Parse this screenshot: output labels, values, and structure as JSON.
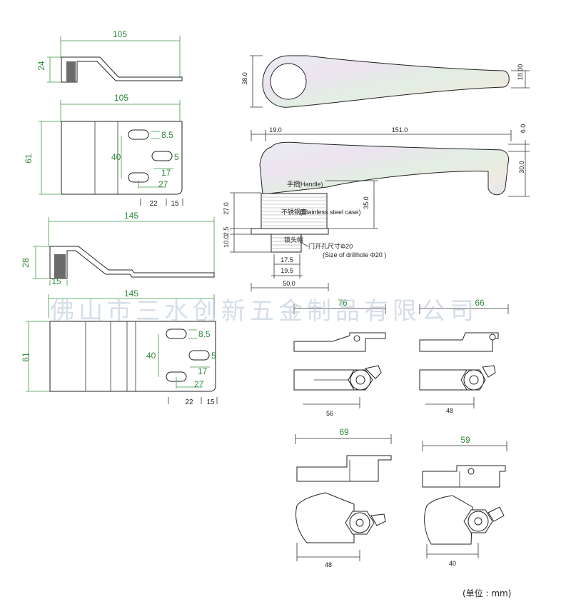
{
  "labels": {
    "dim_105a": "105",
    "dim_24": "24",
    "dim_105b": "105",
    "dim_61a": "61",
    "dim_8_5a": "8.5",
    "dim_40a": "40",
    "dim_5a": "5",
    "dim_17a": "17",
    "dim_27a": "27",
    "dim_22a": "22",
    "dim_15a": "15",
    "dim_145a": "145",
    "dim_28": "28",
    "dim_15b": "15",
    "dim_145b": "145",
    "dim_61b": "61",
    "dim_8_5b": "8.5",
    "dim_40b": "40",
    "dim_5b": "5",
    "dim_17b": "17",
    "dim_27b": "27",
    "dim_22b": "22",
    "dim_15c": "15",
    "dim_38": "38.0",
    "dim_18": "18.00",
    "dim_19": "19.0",
    "dim_151": "151.0",
    "dim_6": "6.0",
    "dim_30": "30.0",
    "dim_35": "35.0",
    "dim_27_0": "27.0",
    "dim_2_5": "2.5",
    "dim_10": "10.0",
    "dim_17_5": "17.5",
    "dim_19_5": "19.5",
    "dim_50": "50.0",
    "handle_cn": "手把",
    "handle_en": "(Handle)",
    "case_cn": "不锈钢套",
    "case_en": "(Stainless steel case)",
    "drill_cn": "门开孔尺寸Φ20",
    "drill_en": "(Size of drillhole Φ20 )",
    "nut_cn": "锁头帽",
    "dim_76": "76",
    "dim_66": "66",
    "dim_56": "56",
    "dim_48a": "48",
    "dim_69": "69",
    "dim_59": "59",
    "dim_48b": "48",
    "dim_40c": "40"
  },
  "watermark": "佛山市三水创新五金制品有限公司",
  "unit_note": "(单位 : mm)",
  "colors": {
    "dimension_green": "#2f8a3a",
    "line_dark": "#222222",
    "watermark": "#b4c3d7"
  }
}
